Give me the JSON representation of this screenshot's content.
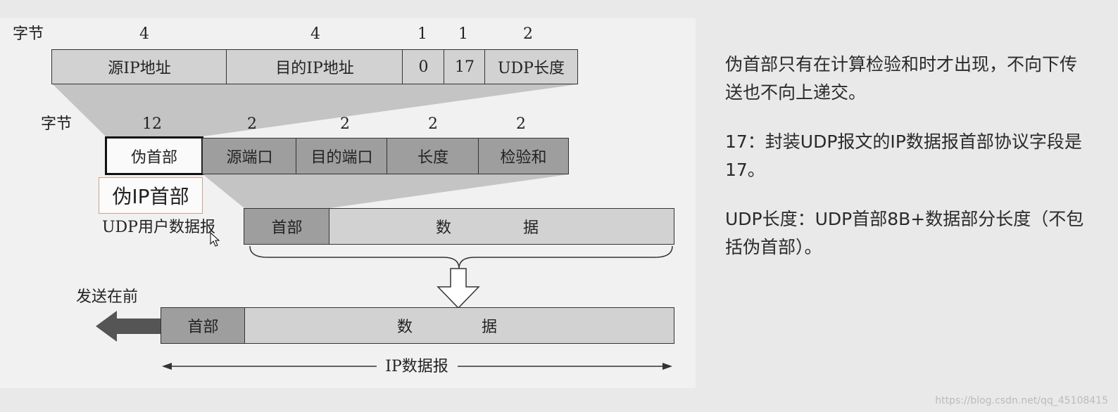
{
  "pseudo_header": {
    "bytes_label": "字节",
    "byte_counts": [
      "4",
      "4",
      "1",
      "1",
      "2"
    ],
    "fields": [
      "源IP地址",
      "目的IP地址",
      "0",
      "17",
      "UDP长度"
    ]
  },
  "udp_header": {
    "bytes_label": "字节",
    "byte_counts": [
      "12",
      "2",
      "2",
      "2",
      "2"
    ],
    "pseudo_field": "伪首部",
    "fields": [
      "源端口",
      "目的端口",
      "长度",
      "检验和"
    ]
  },
  "annotation": "伪IP首部",
  "udp_datagram": {
    "label": "UDP用户数据报",
    "header": "首部",
    "data_chars": [
      "数",
      "据"
    ]
  },
  "ip_datagram": {
    "send_label": "发送在前",
    "header": "首部",
    "data_chars": [
      "数",
      "据"
    ],
    "span_label": "IP数据报"
  },
  "notes": {
    "note1": "伪首部只有在计算检验和时才出现，不向下传送也不向上递交。",
    "note2": "17：封装UDP报文的IP数据报首部协议字段是17。",
    "note3": "UDP长度：UDP首部8B+数据部分长度（不包括伪首部）。"
  },
  "watermark": "https://blog.csdn.net/qq_45108415",
  "colors": {
    "light_gray": "#d2d2d2",
    "mid_gray": "#9e9e9e",
    "wedge": "#c4c4c4",
    "background": "#e9e9e9"
  }
}
